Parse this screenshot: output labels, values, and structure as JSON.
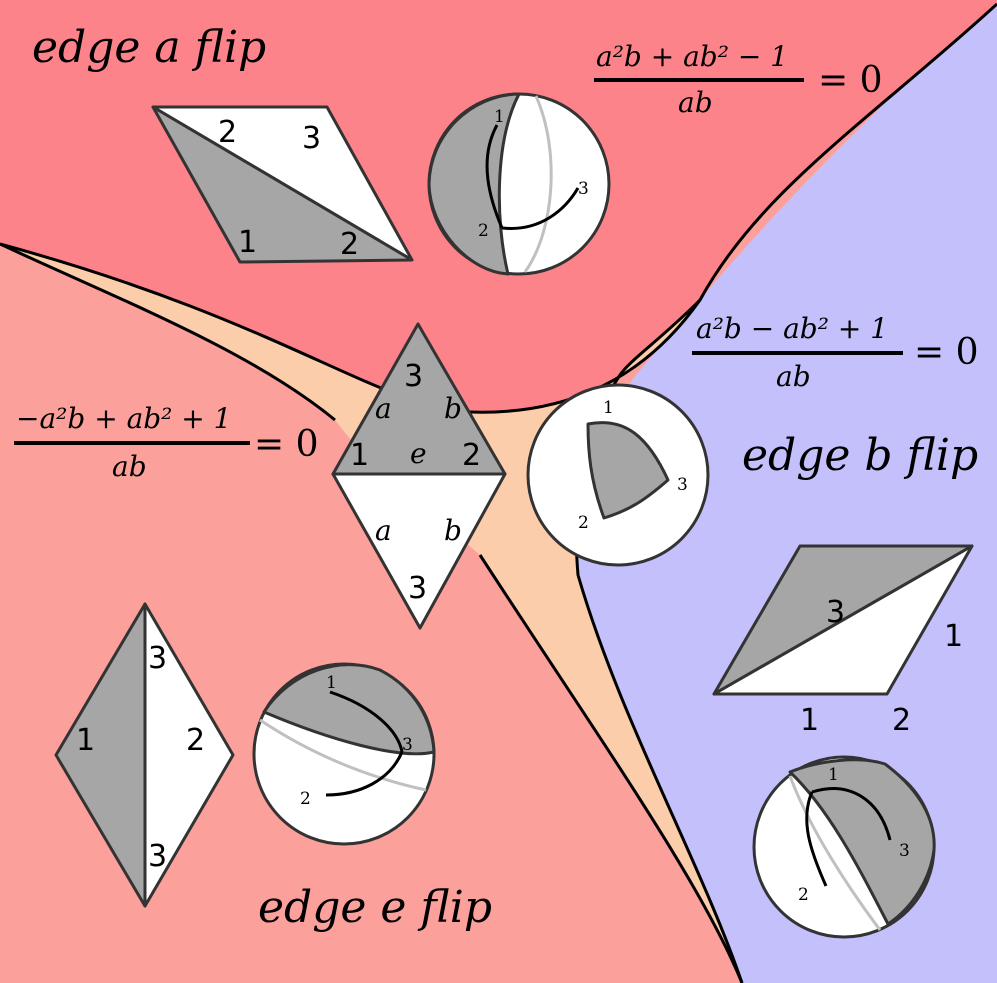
{
  "colors": {
    "edge_a_region": "#fd838a",
    "edge_b_region": "#c3c0fb",
    "edge_e_region": "#fca09c",
    "center_region": "#fbcdaa",
    "gray_face": "#a6a6a6",
    "white_face": "#ffffff"
  },
  "regions": {
    "a_label": "edge a flip",
    "b_label": "edge b flip",
    "e_label": "edge e flip"
  },
  "equations": {
    "a": {
      "numerator": "a²b + ab² − 1",
      "denominator": "ab",
      "rhs": "= 0"
    },
    "b": {
      "numerator": "a²b − ab² + 1",
      "denominator": "ab",
      "rhs": "= 0"
    },
    "e": {
      "numerator": "−a²b + ab² + 1",
      "denominator": "ab",
      "rhs": "= 0"
    }
  },
  "center": {
    "top_vertices": [
      "3",
      "1",
      "2"
    ],
    "bottom_vertex": "3",
    "edges": {
      "a": "a",
      "b": "b",
      "e": "e"
    },
    "sphere_labels": [
      "1",
      "2",
      "3"
    ]
  },
  "flip_a": {
    "vertices": [
      "2",
      "3",
      "1",
      "2"
    ],
    "sphere_labels": [
      "1",
      "2",
      "3"
    ]
  },
  "flip_b": {
    "vertices": [
      "3",
      "1",
      "1",
      "2"
    ],
    "sphere_labels": [
      "1",
      "2",
      "3"
    ]
  },
  "flip_e": {
    "vertices": [
      "3",
      "1",
      "2",
      "3"
    ],
    "sphere_labels": [
      "1",
      "2",
      "3"
    ]
  }
}
